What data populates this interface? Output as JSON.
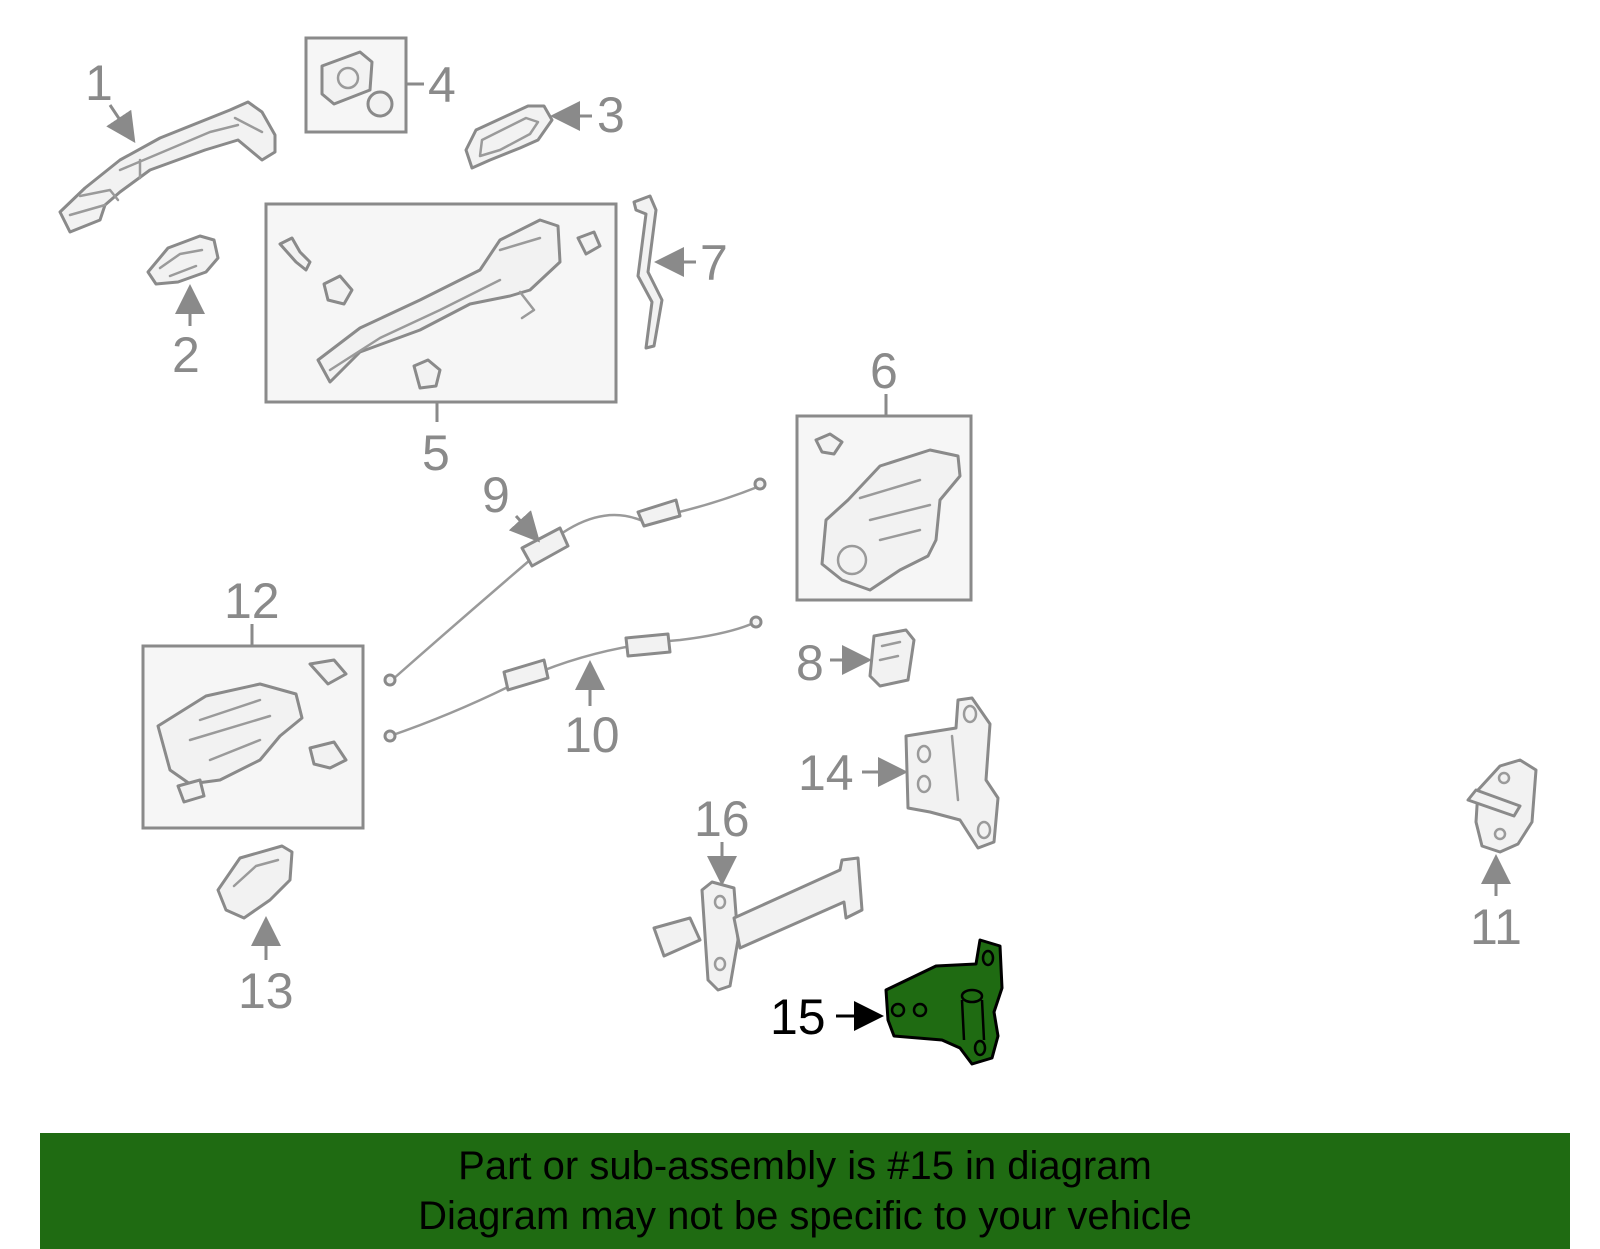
{
  "callouts": {
    "c1": "1",
    "c2": "2",
    "c3": "3",
    "c4": "4",
    "c5": "5",
    "c6": "6",
    "c7": "7",
    "c8": "8",
    "c9": "9",
    "c10": "10",
    "c11": "11",
    "c12": "12",
    "c13": "13",
    "c14": "14",
    "c15": "15",
    "c16": "16"
  },
  "highlight": {
    "callout": "15",
    "color": "#1f6b12"
  },
  "banner": {
    "line1": "Part or sub-assembly is #15 in diagram",
    "line2": "Diagram may not be specific to your vehicle",
    "background": "#1f6b12"
  }
}
